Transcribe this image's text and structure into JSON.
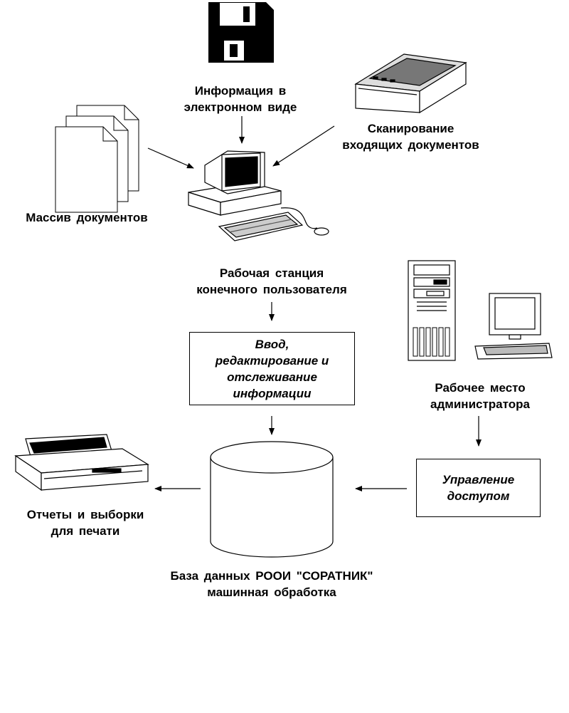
{
  "labels": {
    "digital_info": [
      "Информация в",
      "электронном  виде"
    ],
    "scanning": [
      "Сканирование",
      "входящих  документов"
    ],
    "doc_array": "Массив документов",
    "workstation": [
      "Рабочая станция",
      "конечного  пользователя"
    ],
    "admin": [
      "Рабочее место",
      "администратора"
    ],
    "reports": [
      "Отчеты и выборки",
      "для печати"
    ],
    "database": [
      "База данных РООИ \"СОРАТНИК\"",
      "машинная обработка"
    ]
  },
  "boxes": {
    "input": [
      "Ввод,",
      "редактирование и",
      "отслеживание",
      "информации"
    ],
    "access": [
      "Управление",
      "доступом"
    ]
  },
  "colors": {
    "ink": "#000000",
    "line": "#5a2a5a",
    "background": "#ffffff"
  }
}
